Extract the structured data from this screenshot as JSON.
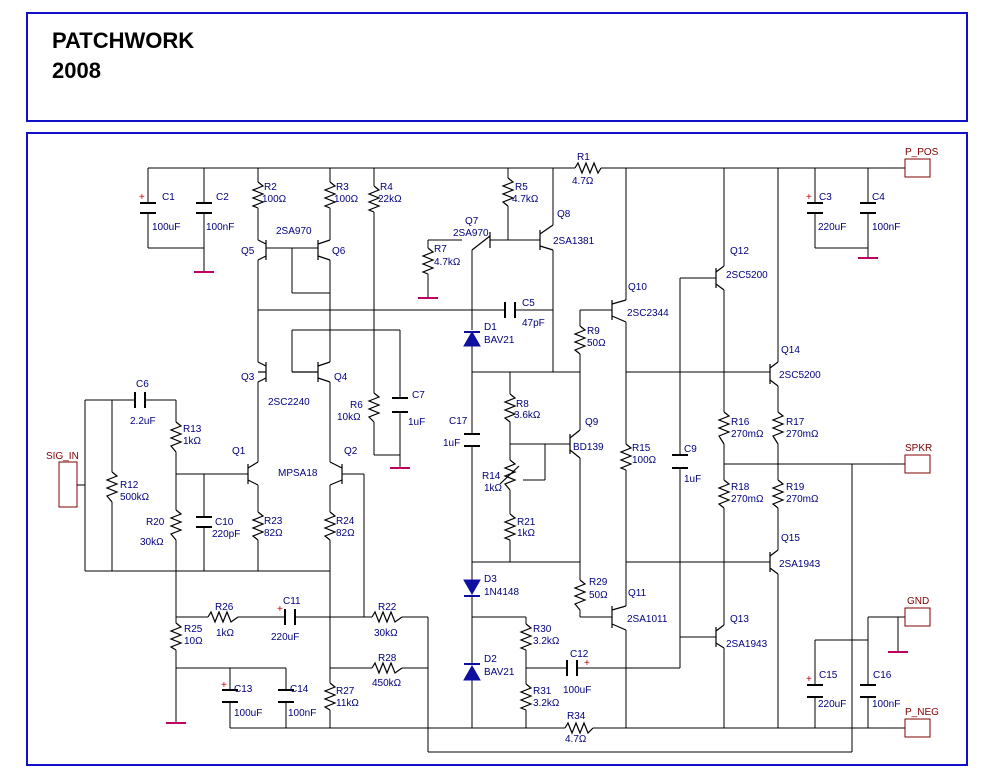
{
  "title": {
    "line1": "PATCHWORK",
    "line2": "2008"
  },
  "ports": {
    "p_pos": "P_POS",
    "p_neg": "P_NEG",
    "spkr": "SPKR",
    "gnd": "GND",
    "sig_in": "SIG_IN"
  },
  "components": {
    "C1": [
      "C1",
      "100uF"
    ],
    "C2": [
      "C2",
      "100nF"
    ],
    "C3": [
      "C3",
      "220uF"
    ],
    "C4": [
      "C4",
      "100nF"
    ],
    "C5": [
      "C5",
      "47pF"
    ],
    "C6": [
      "C6",
      "2.2uF"
    ],
    "C7": [
      "C7",
      "1uF"
    ],
    "C9": [
      "C9",
      "1uF"
    ],
    "C10": [
      "C10",
      "220pF"
    ],
    "C11": [
      "C11",
      "220uF"
    ],
    "C12": [
      "C12",
      "100uF"
    ],
    "C13": [
      "C13",
      "100uF"
    ],
    "C14": [
      "C14",
      "100nF"
    ],
    "C15": [
      "C15",
      "220uF"
    ],
    "C16": [
      "C16",
      "100nF"
    ],
    "C17": [
      "C17",
      "1uF"
    ],
    "R1": [
      "R1",
      "4.7Ω"
    ],
    "R2": [
      "R2",
      "100Ω"
    ],
    "R3": [
      "R3",
      "100Ω"
    ],
    "R4": [
      "R4",
      "22kΩ"
    ],
    "R5": [
      "R5",
      "4.7kΩ"
    ],
    "R6": [
      "R6",
      "10kΩ"
    ],
    "R7": [
      "R7",
      "4.7kΩ"
    ],
    "R8": [
      "R8",
      "3.6kΩ"
    ],
    "R9": [
      "R9",
      "50Ω"
    ],
    "R12": [
      "R12",
      "500kΩ"
    ],
    "R13": [
      "R13",
      "1kΩ"
    ],
    "R14": [
      "R14",
      "1kΩ"
    ],
    "R15": [
      "R15",
      "100Ω"
    ],
    "R16": [
      "R16",
      "270mΩ"
    ],
    "R17": [
      "R17",
      "270mΩ"
    ],
    "R18": [
      "R18",
      "270mΩ"
    ],
    "R19": [
      "R19",
      "270mΩ"
    ],
    "R20": [
      "R20",
      "30kΩ"
    ],
    "R21": [
      "R21",
      "1kΩ"
    ],
    "R22": [
      "R22",
      "30kΩ"
    ],
    "R23": [
      "R23",
      "82Ω"
    ],
    "R24": [
      "R24",
      "82Ω"
    ],
    "R25": [
      "R25",
      "10Ω"
    ],
    "R26": [
      "R26",
      "1kΩ"
    ],
    "R27": [
      "R27",
      "11kΩ"
    ],
    "R28": [
      "R28",
      "450kΩ"
    ],
    "R29": [
      "R29",
      "50Ω"
    ],
    "R30": [
      "R30",
      "3.2kΩ"
    ],
    "R31": [
      "R31",
      "3.2kΩ"
    ],
    "R34": [
      "R34",
      "4.7Ω"
    ],
    "Q1": [
      "Q1"
    ],
    "Q2": [
      "Q2"
    ],
    "Q1Q2": [
      "MPSA18"
    ],
    "Q3": [
      "Q3"
    ],
    "Q4": [
      "Q4"
    ],
    "Q3Q4": [
      "2SC2240"
    ],
    "Q5": [
      "Q5"
    ],
    "Q6": [
      "Q6"
    ],
    "Q5Q6": [
      "2SA970"
    ],
    "Q7": [
      "Q7",
      "2SA970"
    ],
    "Q8": [
      "Q8",
      "2SA1381"
    ],
    "Q9": [
      "Q9",
      "BD139"
    ],
    "Q10": [
      "Q10",
      "2SC2344"
    ],
    "Q11": [
      "Q11",
      "2SA1011"
    ],
    "Q12": [
      "Q12",
      "2SC5200"
    ],
    "Q13": [
      "Q13",
      "2SA1943"
    ],
    "Q14": [
      "Q14",
      "2SC5200"
    ],
    "Q15": [
      "Q15",
      "2SA1943"
    ],
    "D1": [
      "D1",
      "BAV21"
    ],
    "D2": [
      "D2",
      "BAV21"
    ],
    "D3": [
      "D3",
      "1N4148"
    ]
  }
}
